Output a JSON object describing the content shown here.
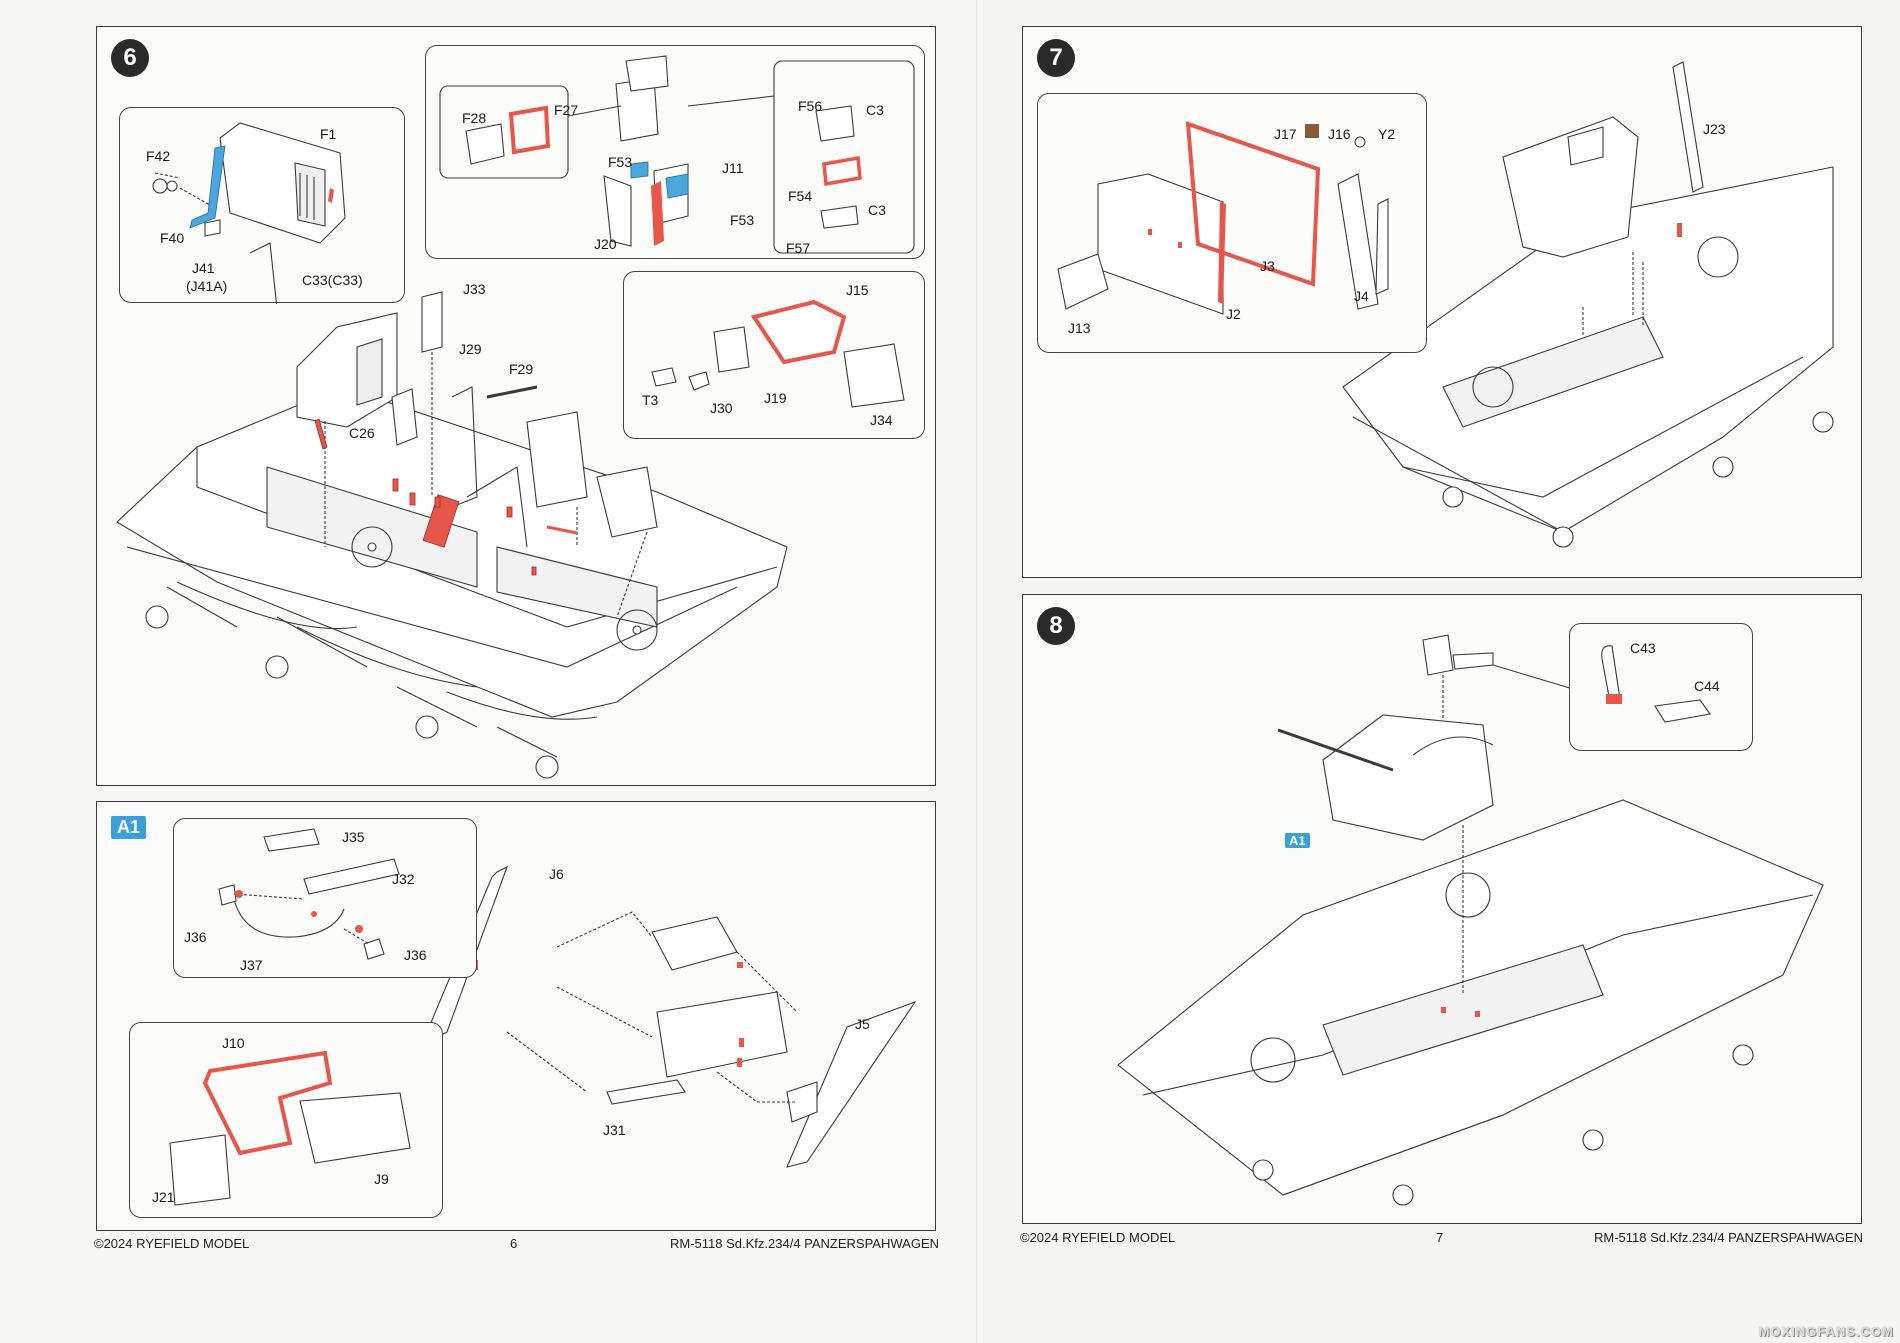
{
  "left_page": {
    "step6": {
      "number": "6",
      "inset_left": {
        "F1": "F1",
        "F42": "F42",
        "F40": "F40",
        "J41": "J41",
        "J41A": "(J41A)",
        "C33": "C33(C33)"
      },
      "inset_top": {
        "F28": "F28",
        "F27": "F27",
        "F53a": "F53",
        "J11": "J11",
        "F53b": "F53",
        "J20": "J20",
        "F56": "F56",
        "C3a": "C3",
        "F54": "F54",
        "C3b": "C3",
        "F57": "F57"
      },
      "inset_right": {
        "J15": "J15",
        "T3": "T3",
        "J30": "J30",
        "J19": "J19",
        "J34": "J34"
      },
      "main": {
        "J33": "J33",
        "J29": "J29",
        "F29": "F29",
        "C26": "C26"
      }
    },
    "stepA1": {
      "tag": "A1",
      "inset_top": {
        "J35": "J35",
        "J32": "J32",
        "J36a": "J36",
        "J36b": "J36",
        "J37": "J37"
      },
      "inset_bottom": {
        "J10": "J10",
        "J21": "J21",
        "J9": "J9"
      },
      "main": {
        "J6": "J6",
        "J5": "J5",
        "J31": "J31"
      }
    },
    "footer": {
      "copyright": "©2024 RYEFIELD MODEL",
      "page_number": "6",
      "product": "RM-5118 Sd.Kfz.234/4 PANZERSPAHWAGEN"
    }
  },
  "right_page": {
    "step7": {
      "number": "7",
      "inset": {
        "J17": "J17",
        "J16": "J16",
        "Y2": "Y2",
        "J3": "J3",
        "J2": "J2",
        "J13": "J13",
        "J4": "J4"
      },
      "main": {
        "J23": "J23"
      }
    },
    "step8": {
      "number": "8",
      "inset": {
        "C43": "C43",
        "C44": "C44"
      },
      "tag": "A1"
    },
    "footer": {
      "copyright": "©2024 RYEFIELD MODEL",
      "page_number": "7",
      "product": "RM-5118 Sd.Kfz.234/4 PANZERSPAHWAGEN"
    }
  },
  "watermark": "MOXINGFANS.COM",
  "colors": {
    "highlight_red": "#e8564a",
    "highlight_blue": "#4aa6dc",
    "line": "#3a3a3a"
  }
}
